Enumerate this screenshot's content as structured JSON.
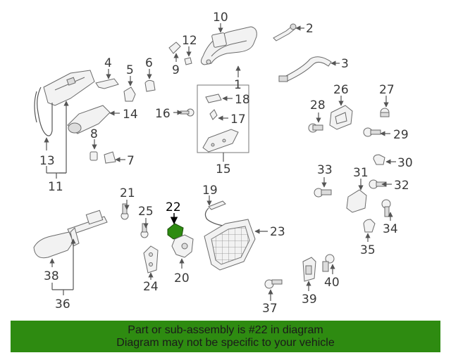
{
  "banner": {
    "line1": "Part or sub-assembly is #22 in diagram",
    "line2": "Diagram may not be specific to your vehicle",
    "color": "#2e8b11"
  },
  "highlight": {
    "part": "22",
    "color": "#2e8b11"
  },
  "callouts": [
    "1",
    "2",
    "3",
    "4",
    "5",
    "6",
    "7",
    "8",
    "9",
    "10",
    "11",
    "12",
    "13",
    "14",
    "15",
    "16",
    "17",
    "18",
    "19",
    "20",
    "21",
    "22",
    "23",
    "24",
    "25",
    "26",
    "27",
    "28",
    "29",
    "30",
    "31",
    "32",
    "33",
    "34",
    "35",
    "36",
    "37",
    "38",
    "39",
    "40"
  ]
}
